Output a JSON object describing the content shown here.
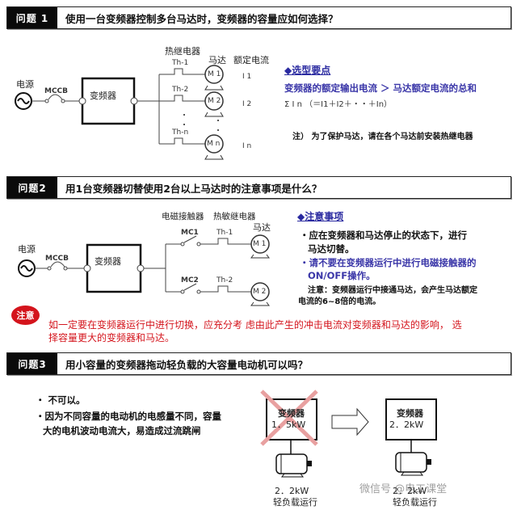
{
  "q1": {
    "label": "问题 1",
    "question": "使用一台变频器控制多台马达时，变频器的容量应如何选择？",
    "diagram": {
      "power_label": "电源",
      "breaker_label": "MCCB",
      "inverter_label": "变频器",
      "relay_header": "热继电器",
      "motor_header": "马达",
      "current_header": "额定电流",
      "relays": [
        "Th-1",
        "Th-2",
        "Th-n"
      ],
      "motors": [
        "M 1",
        "M 2",
        "M n"
      ],
      "currents": [
        "I 1",
        "I 2",
        "I n"
      ]
    },
    "tips": {
      "heading": "◆选型要点",
      "rule": "变频器的额定输出电流 ＞ 马达额定电流的总和",
      "formula": "Σ I n （＝I1＋I2＋・・＋In）",
      "note": "注）  为了保护马达，请在各个马达前安装热继电器"
    }
  },
  "q2": {
    "label": "问题2",
    "question": "用1台变频器切替使用2台以上马达时的注意事项是什么？",
    "diagram": {
      "power_label": "电源",
      "breaker_label": "MCCB",
      "inverter_label": "变频器",
      "contactor_header": "电磁接触器",
      "relay_header": "热敏继电器",
      "motor_header": "马达",
      "contactors": [
        "MC1",
        "MC2"
      ],
      "relays": [
        "Th-1",
        "Th-2"
      ],
      "motors": [
        "M 1",
        "M 2"
      ]
    },
    "notes": {
      "heading": "◆注意事项",
      "item1_line1": "・应在变频器和马达停止的状态下，进行",
      "item1_line2": "马达切替。",
      "item2_line1": "・请不要在变频器运行中进行电磁接触器的",
      "item2_line2": "ON/OFF操作。",
      "caution_line1": "注意：变频器运行中接通马达，会产生马达额定",
      "caution_line2": "电流的6~8倍的电流。"
    },
    "warning": {
      "badge": "注意",
      "line1": "如一定要在变频器运行中进行切换，应充分考 虑由此产生的冲击电流对变频器和马达的影响， 选",
      "line2": "择容量更大的变频器和马达。"
    }
  },
  "q3": {
    "label": "问题3",
    "question": "用小容量的变频器拖动轻负载的大容量电动机可以吗？",
    "answer_line1": "・  不可以。",
    "answer_line2": "・因为不同容量的电动机的电感量不同，容量",
    "answer_line3": "大的电机波动电流大，易造成过流跳闸",
    "wrong": {
      "inverter": "变频器",
      "rating": "1．5kW",
      "motor_rating": "2．2kW",
      "motor_note": "轻负载运行"
    },
    "right": {
      "inverter": "变频器",
      "rating": "2．2kW",
      "motor_rating": "2．2kW",
      "motor_note": "轻负载运行"
    }
  },
  "watermark": "微信号 @电工课堂",
  "colors": {
    "accent_blue": "#3a36a8",
    "warning_red": "#d4141c",
    "cross_pink": "#e8a0a0",
    "label_bg": "#0a0a0a"
  }
}
